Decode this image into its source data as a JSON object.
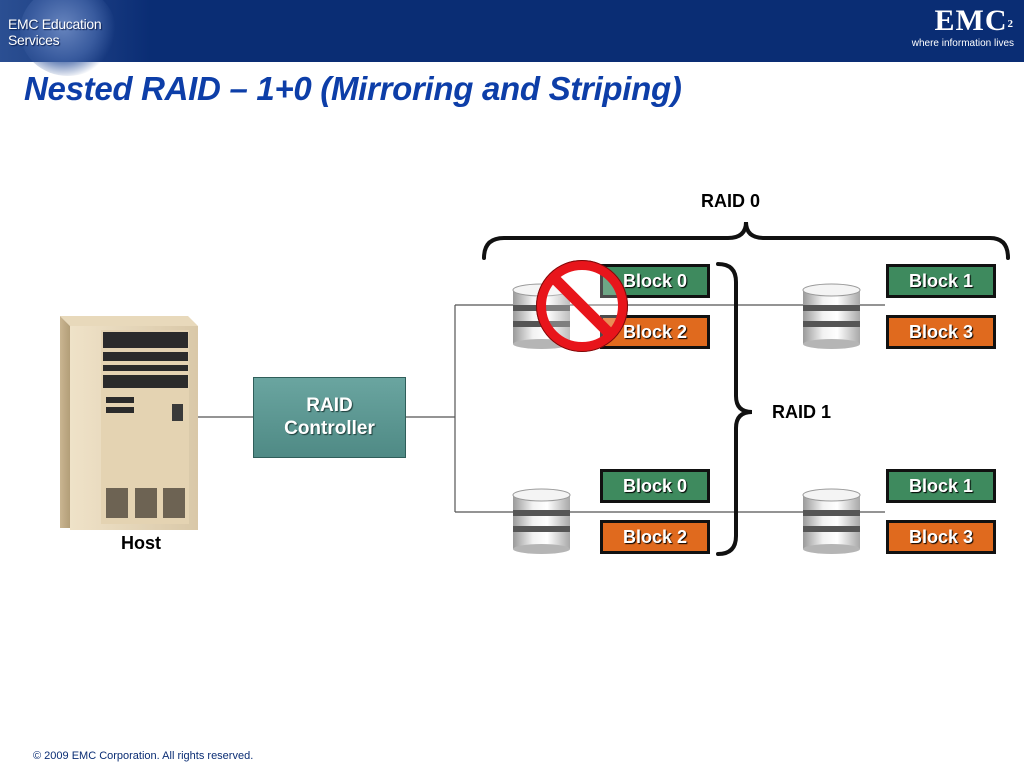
{
  "header": {
    "edu_label": "EMC Education Services",
    "logo_word": "EMC",
    "logo_sup": "2",
    "tagline": "where information lives",
    "bg_color": "#0a2d74"
  },
  "slide": {
    "title": "Nested RAID – 1+0 (Mirroring and Striping)"
  },
  "diagram": {
    "host_label": "Host",
    "controller_lines": [
      "RAID",
      "Controller"
    ],
    "raid0_label": "RAID 0",
    "raid1_label": "RAID 1",
    "failed_disk_icon": "prohibition-icon",
    "disks": [
      {
        "name": "disk-1",
        "failed": true,
        "blocks": [
          {
            "label": "Block 0",
            "color": "#3e8a5e"
          },
          {
            "label": "Block 2",
            "color": "#e06a1e"
          }
        ]
      },
      {
        "name": "disk-2",
        "failed": false,
        "blocks": [
          {
            "label": "Block 1",
            "color": "#3e8a5e"
          },
          {
            "label": "Block 3",
            "color": "#e06a1e"
          }
        ]
      },
      {
        "name": "disk-3",
        "failed": false,
        "blocks": [
          {
            "label": "Block 0",
            "color": "#3e8a5e"
          },
          {
            "label": "Block 2",
            "color": "#e06a1e"
          }
        ]
      },
      {
        "name": "disk-4",
        "failed": false,
        "blocks": [
          {
            "label": "Block 1",
            "color": "#3e8a5e"
          },
          {
            "label": "Block 3",
            "color": "#e06a1e"
          }
        ]
      }
    ]
  },
  "footer": {
    "copyright": "© 2009 EMC Corporation. All rights reserved."
  }
}
